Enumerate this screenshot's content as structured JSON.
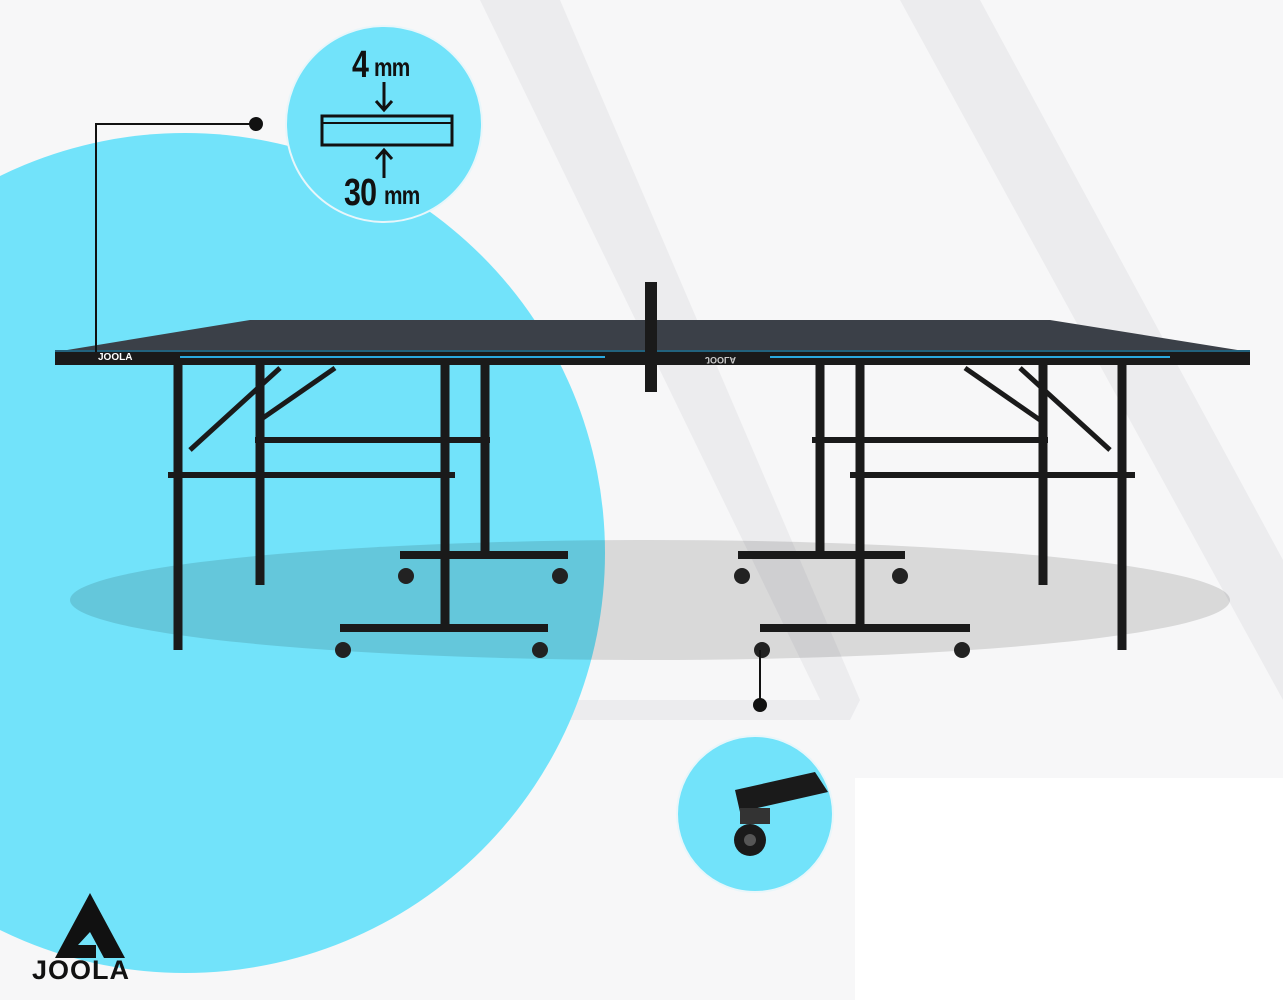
{
  "brand": "JOOLA",
  "colors": {
    "accent": "#72e3fa",
    "table": "#3b4048",
    "frame": "#1a1a1a",
    "line": "#2aa9e0"
  },
  "callouts": {
    "thickness": {
      "top_value": "4",
      "top_unit": "mm",
      "bottom_value": "30",
      "bottom_unit": "mm"
    },
    "wheel": {
      "icon": "caster-wheel-icon"
    }
  },
  "table_logo_left": "JOOLA",
  "table_logo_right": "JOOLA"
}
